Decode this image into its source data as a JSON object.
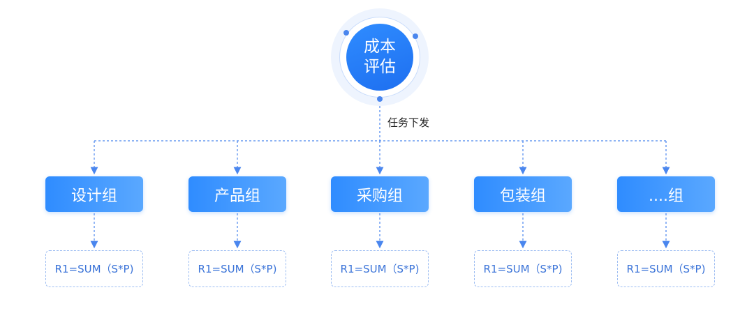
{
  "root": {
    "line1": "成本",
    "line2": "评估"
  },
  "connector_label": "任务下发",
  "groups": [
    {
      "name": "设计组",
      "formula": "R1=SUM（S*P)"
    },
    {
      "name": "产品组",
      "formula": "R1=SUM（S*P)"
    },
    {
      "name": "采购组",
      "formula": "R1=SUM（S*P)"
    },
    {
      "name": "包装组",
      "formula": "R1=SUM（S*P)"
    },
    {
      "name": "....组",
      "formula": "R1=SUM（S*P)"
    }
  ]
}
